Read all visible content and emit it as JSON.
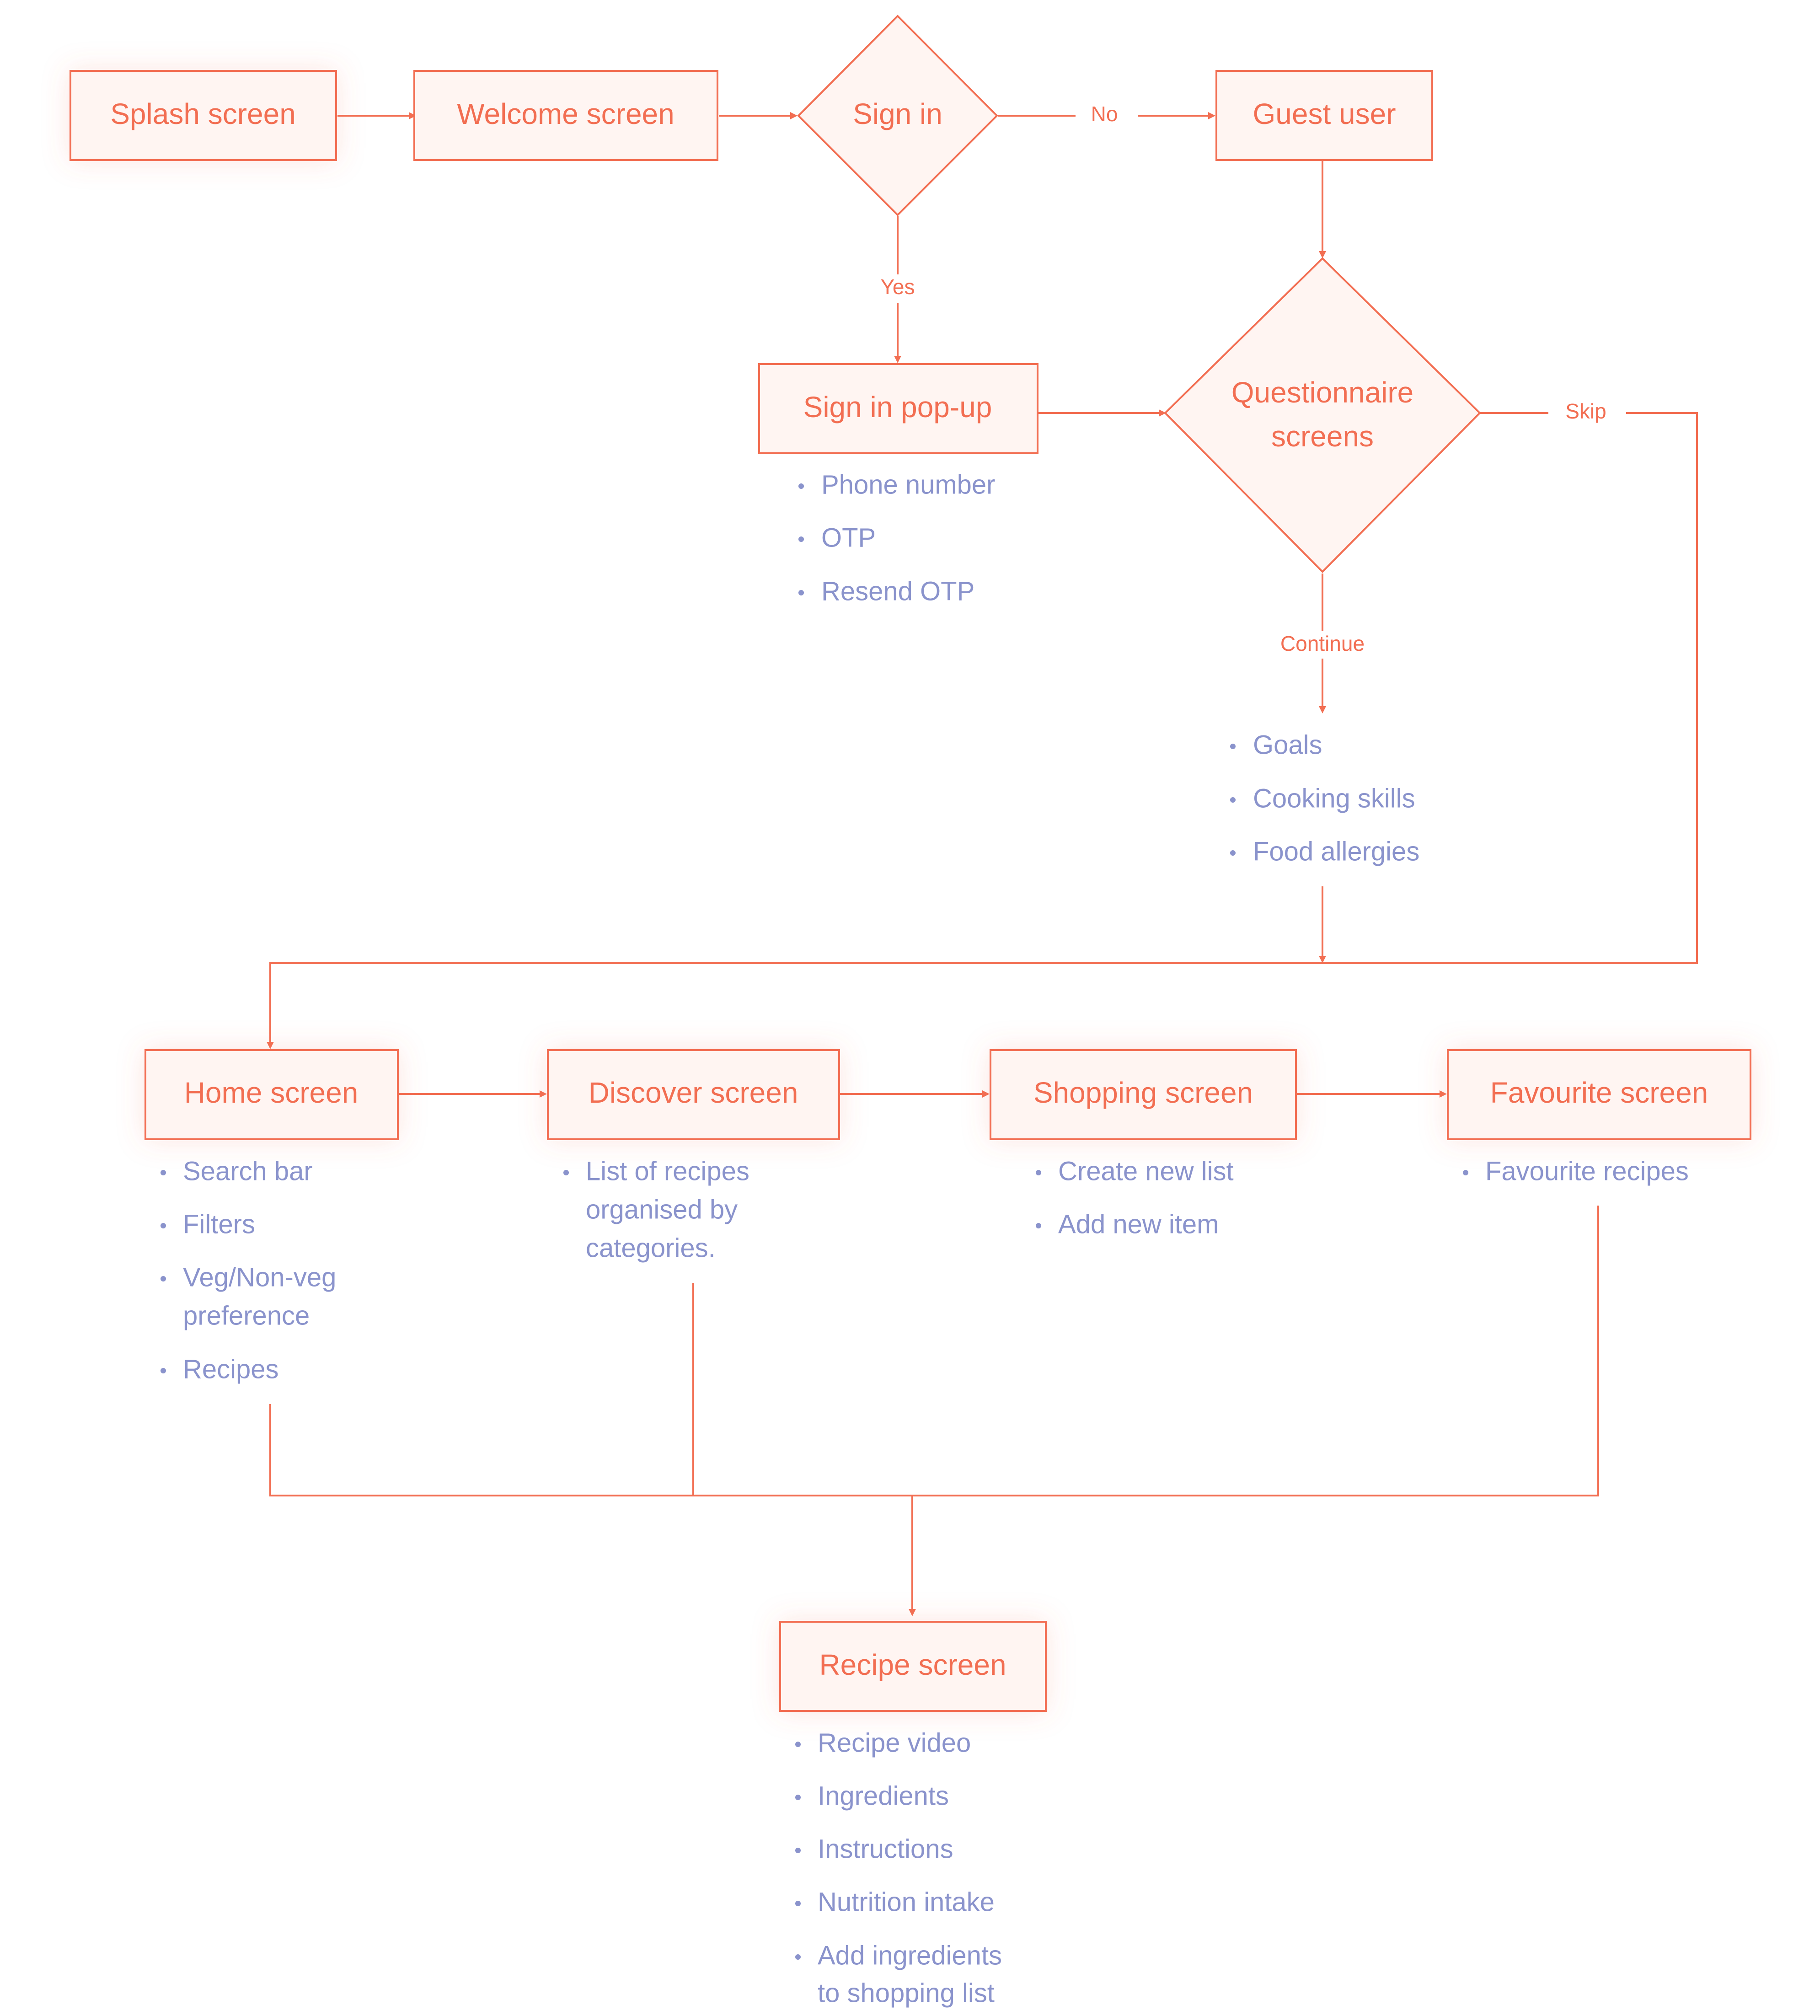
{
  "colors": {
    "accent": "#F26E52",
    "node_fill": "#FFF5F2",
    "bullet": "#8A93CC",
    "background": "#FFFFFF"
  },
  "nodes": {
    "splash": "Splash screen",
    "welcome": "Welcome screen",
    "sign_in": "Sign in",
    "guest_user": "Guest user",
    "sign_in_popup": "Sign in pop-up",
    "questionnaire_line1": "Questionnaire",
    "questionnaire_line2": "screens",
    "home": "Home screen",
    "discover": "Discover screen",
    "shopping": "Shopping screen",
    "favourite": "Favourite screen",
    "recipe": "Recipe screen"
  },
  "edge_labels": {
    "no": "No",
    "yes": "Yes",
    "skip": "Skip",
    "continue": "Continue"
  },
  "lists": {
    "sign_in_popup": [
      "Phone number",
      "OTP",
      "Resend OTP"
    ],
    "questionnaire": [
      "Goals",
      "Cooking skills",
      "Food allergies"
    ],
    "home": [
      "Search bar",
      "Filters",
      "Veg/Non-veg",
      "preference",
      "Recipes"
    ],
    "discover": [
      "List of recipes",
      "organised by",
      "categories."
    ],
    "shopping": [
      "Create new list",
      "Add new item"
    ],
    "favourite": [
      "Favourite recipes"
    ],
    "recipe": [
      "Recipe video",
      "Ingredients",
      "Instructions",
      "Nutrition intake",
      "Add ingredients",
      "to shopping list"
    ]
  }
}
